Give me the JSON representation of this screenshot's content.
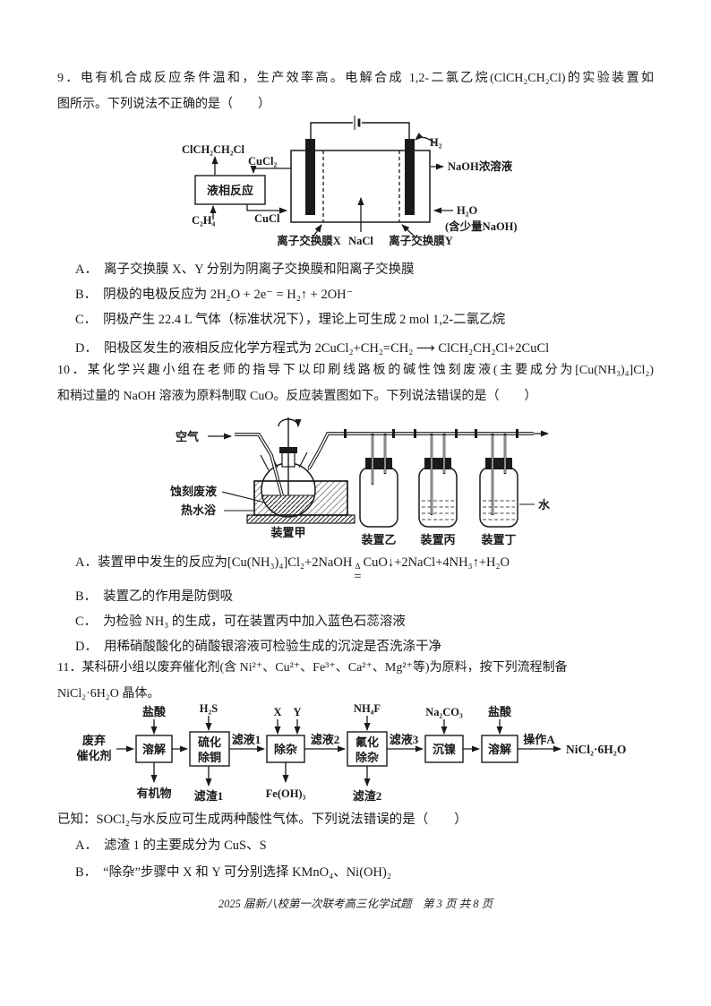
{
  "doc": {
    "footer": "2025 届新八校第一次联考高三化学试题　第 3 页 共 8 页"
  },
  "q9": {
    "stem_lines": [
      "9．电有机合成反应条件温和，生产效率高。电解合成 1,2-二氯乙烷(ClCH₂CH₂Cl)的实验装置如",
      "图所示。下列说法不正确的是（　　）"
    ],
    "diagram": {
      "product": "ClCH₂CH₂Cl",
      "cucl2": "CuCl₂",
      "reaction_box": "液相反应",
      "ethylene": "C₂H₄",
      "cucl": "CuCl",
      "h2": "H₂",
      "naoh_out": "NaOH浓溶液",
      "water_in": "H₂O",
      "water_note": "(含少量NaOH)",
      "membrane_x": "离子交换膜X",
      "nacl": "NaCl",
      "membrane_y": "离子交换膜Y"
    },
    "options": [
      {
        "label": "A．",
        "text": "离子交换膜 X、Y 分别为阴离子交换膜和阳离子交换膜"
      },
      {
        "label": "B．",
        "text": "阴极的电极反应为 2H₂O + 2e⁻ = H₂↑ + 2OH⁻"
      },
      {
        "label": "C．",
        "text": "阴极产生 22.4 L 气体（标准状况下），理论上可生成 2 mol 1,2-二氯乙烷"
      },
      {
        "label": "D．",
        "text": "阳极区发生的液相反应化学方程式为 2CuCl₂+CH₂=CH₂ ⟶ ClCH₂CH₂Cl+2CuCl"
      }
    ]
  },
  "q10": {
    "stem_lines": [
      "10．某化学兴趣小组在老师的指导下以印刷线路板的碱性蚀刻废液(主要成分为[Cu(NH₃)₄]Cl₂)",
      "和稍过量的 NaOH 溶液为原料制取 CuO。反应装置图如下。下列说法错误的是（　　）"
    ],
    "diagram": {
      "air": "空气",
      "waste": "蚀刻废液",
      "bath": "热水浴",
      "device1": "装置甲",
      "device2": "装置乙",
      "device3": "装置丙",
      "device4": "装置丁",
      "water": "水"
    },
    "optionA": {
      "label": "A．",
      "pre": "装置甲中发生的反应为[Cu(NH₃)₄]Cl₂+2NaOH",
      "delta": "Δ",
      "eq": "=",
      "post": "CuO↓+2NaCl+4NH₃↑+H₂O"
    },
    "options": [
      {
        "label": "B．",
        "text": "装置乙的作用是防倒吸"
      },
      {
        "label": "C．",
        "text": "为检验 NH₃ 的生成，可在装置丙中加入蓝色石蕊溶液"
      },
      {
        "label": "D．",
        "text": "用稀硝酸酸化的硝酸银溶液可检验生成的沉淀是否洗涤干净"
      }
    ]
  },
  "q11": {
    "stem_lines": [
      "11．某科研小组以废弃催化剂(含 Ni²⁺、Cu²⁺、Fe³⁺、Ca²⁺、Mg²⁺等)为原料，按下列流程制备",
      "NiCl₂·6H₂O 晶体。"
    ],
    "flow": {
      "start_line1": "废弃",
      "start_line2": "催化剂",
      "reagent1": "盐酸",
      "reagent2": "H₂S",
      "reagent3x": "X",
      "reagent3y": "Y",
      "reagent4": "NH₄F",
      "reagent5": "Na₂CO₃",
      "reagent6": "盐酸",
      "box1": "溶解",
      "box2_line1": "硫化",
      "box2_line2": "除铜",
      "box3": "除杂",
      "box4_line1": "氟化",
      "box4_line2": "除杂",
      "box5": "沉镍",
      "box6": "溶解",
      "out1": "有机物",
      "out2": "滤渣1",
      "out3": "Fe(OH)₃",
      "out4": "滤渣2",
      "filtrate1": "滤液1",
      "filtrate2": "滤液2",
      "filtrate3": "滤液3",
      "operationA": "操作A",
      "product": "NiCl₂·6H₂O"
    },
    "known": "已知：SOCl₂与水反应可生成两种酸性气体。下列说法错误的是（　　）",
    "options": [
      {
        "label": "A．",
        "text": "滤渣 1 的主要成分为 CuS、S"
      },
      {
        "label": "B．",
        "text": "“除杂”步骤中 X 和 Y 可分别选择 KMnO₄、Ni(OH)₂"
      }
    ]
  }
}
